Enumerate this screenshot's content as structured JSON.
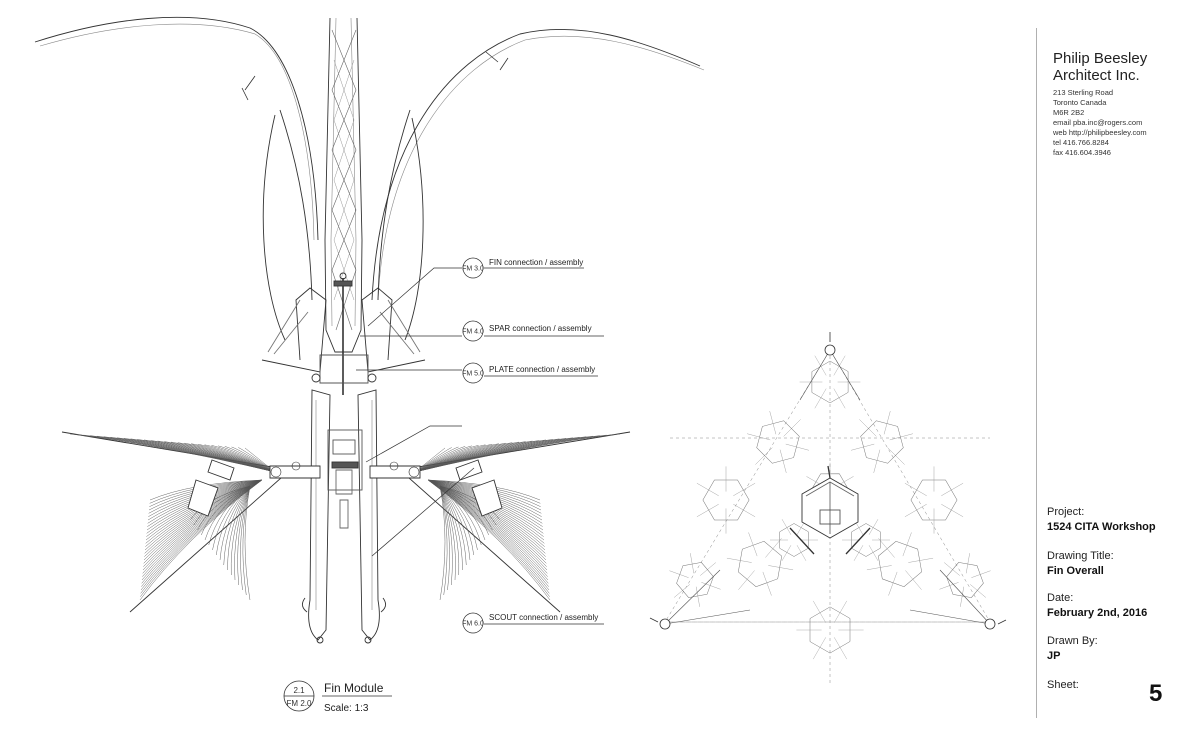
{
  "firm": {
    "name_line1": "Philip Beesley",
    "name_line2": "Architect Inc.",
    "address_line1": "213 Sterling Road",
    "address_line2": "Toronto Canada",
    "postal": "M6R 2B2",
    "email": "email  pba.inc@rogers.com",
    "web": "web  http://philipbeesley.com",
    "tel": "tel  416.766.8284",
    "fax": "fax  416.604.3946"
  },
  "titleblock": {
    "project_label": "Project:",
    "project_value": "1524 CITA Workshop",
    "drawing_title_label": "Drawing Title:",
    "drawing_title_value": "Fin Overall",
    "date_label": "Date:",
    "date_value": "February 2nd, 2016",
    "drawn_by_label": "Drawn By:",
    "drawn_by_value": "JP",
    "sheet_label": "Sheet:",
    "sheet_value": "5"
  },
  "callouts": [
    {
      "tag": "FM 3.0",
      "label": "FIN connection / assembly"
    },
    {
      "tag": "FM 4.0",
      "label": "SPAR connection / assembly"
    },
    {
      "tag": "FM 5.0",
      "label": "PLATE connection / assembly"
    },
    {
      "tag": "FM 6.0",
      "label": "SCOUT connection / assembly"
    }
  ],
  "drawing_title": {
    "number_top": "2.1",
    "number_bottom": "FM 2.0",
    "title": "Fin Module",
    "scale": "Scale: 1:3"
  },
  "colors": {
    "line": "#333333",
    "light_line": "#888888",
    "hatch": "#aaaaaa"
  }
}
